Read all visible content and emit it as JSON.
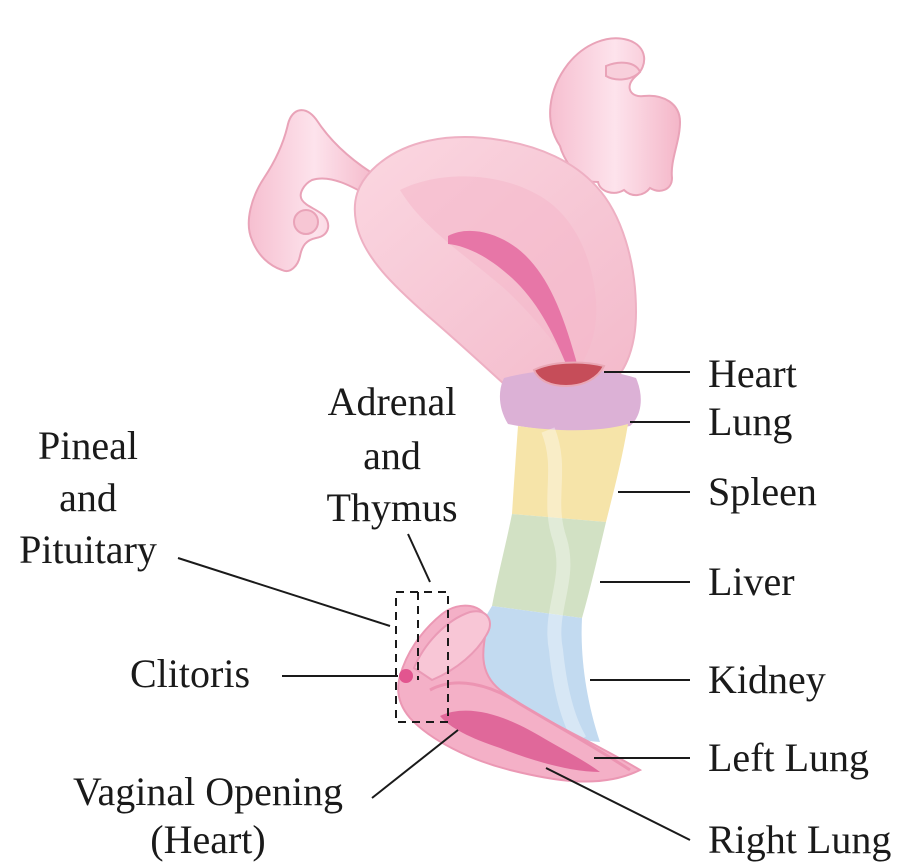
{
  "colors": {
    "uterus": "#f7c9d6",
    "uterus_inner": "#f2a9c0",
    "canal": "#e879a8",
    "heart": "#c8505a",
    "lung_band": "#dfb2d8",
    "spleen_band": "#f7e6aa",
    "liver_band": "#d3e2c4",
    "kidney_band": "#c3dbf1",
    "vulva": "#f4a9c4",
    "line": "#1a1a1a"
  },
  "labels": {
    "heart": "Heart",
    "lung": "Lung",
    "spleen": "Spleen",
    "liver": "Liver",
    "kidney": "Kidney",
    "left_lung": "Left Lung",
    "right_lung": "Right Lung",
    "adrenal_1": "Adrenal",
    "adrenal_2": "and",
    "adrenal_3": "Thymus",
    "pineal_1": "Pineal",
    "pineal_2": "and",
    "pineal_3": "Pituitary",
    "clitoris": "Clitoris",
    "vaginal_1": "Vaginal Opening",
    "vaginal_2": "(Heart)"
  }
}
